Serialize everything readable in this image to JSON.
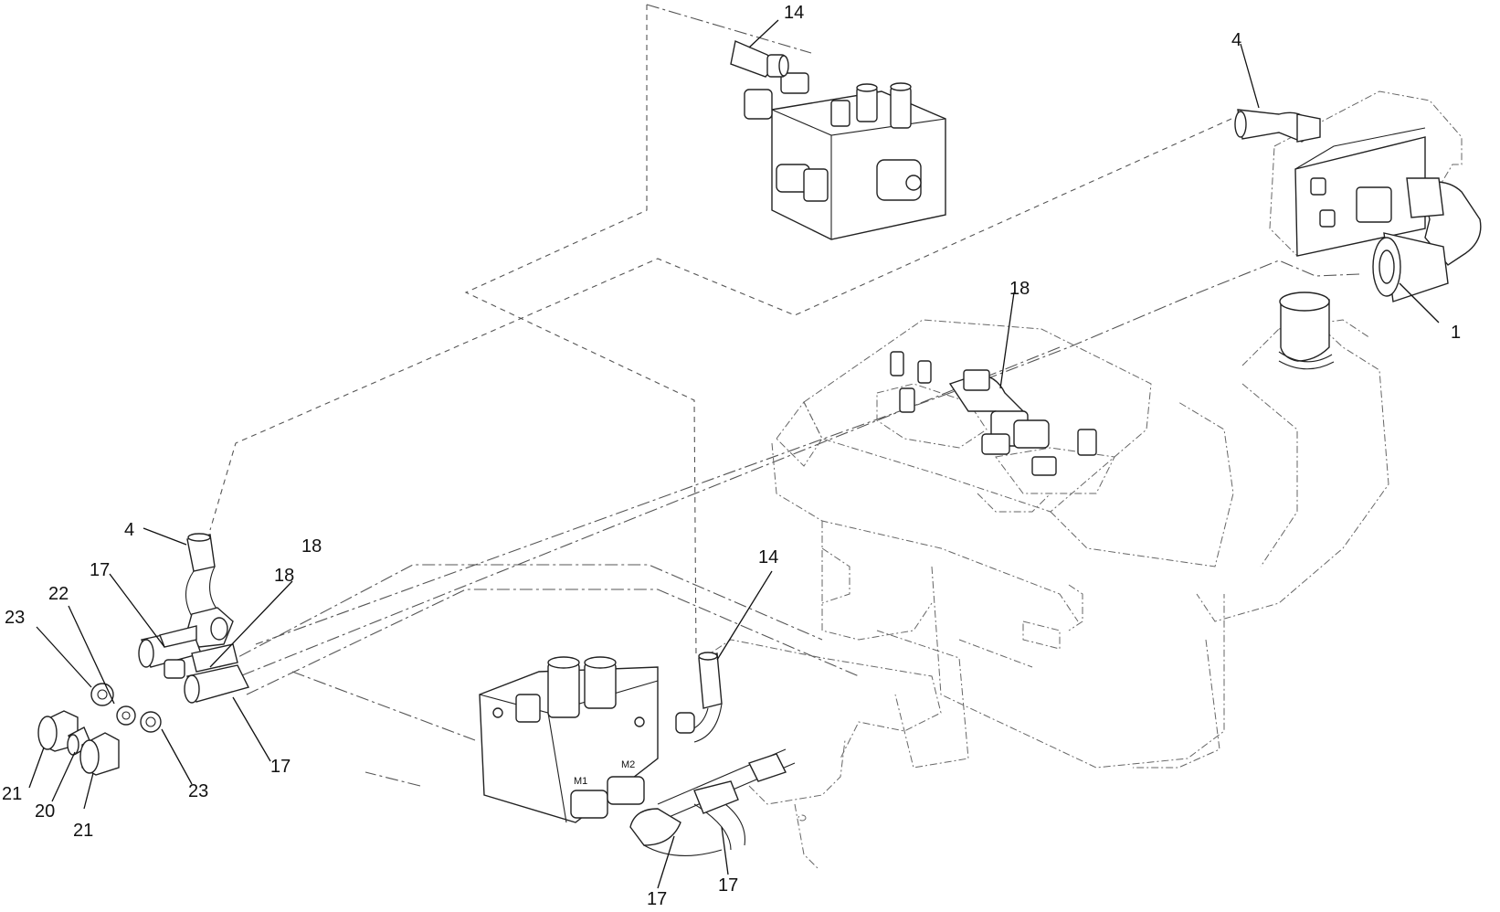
{
  "callouts": [
    {
      "id": "c14-top",
      "label": "14"
    },
    {
      "id": "c4-top",
      "label": "4"
    },
    {
      "id": "c18-top",
      "label": "18"
    },
    {
      "id": "c1",
      "label": "1"
    },
    {
      "id": "c4-left",
      "label": "4"
    },
    {
      "id": "c18-free",
      "label": "18"
    },
    {
      "id": "c18-mid",
      "label": "18"
    },
    {
      "id": "c17-upleft",
      "label": "17"
    },
    {
      "id": "c22",
      "label": "22"
    },
    {
      "id": "c23-left",
      "label": "23"
    },
    {
      "id": "c14-mid",
      "label": "14"
    },
    {
      "id": "c17-right",
      "label": "17"
    },
    {
      "id": "c23-low",
      "label": "23"
    },
    {
      "id": "c21-left",
      "label": "21"
    },
    {
      "id": "c20",
      "label": "20"
    },
    {
      "id": "c21-low",
      "label": "21"
    },
    {
      "id": "c17-bottom-a",
      "label": "17"
    },
    {
      "id": "c17-bottom-b",
      "label": "17"
    }
  ],
  "port_labels": {
    "m1": "M1",
    "m2": "M2"
  }
}
